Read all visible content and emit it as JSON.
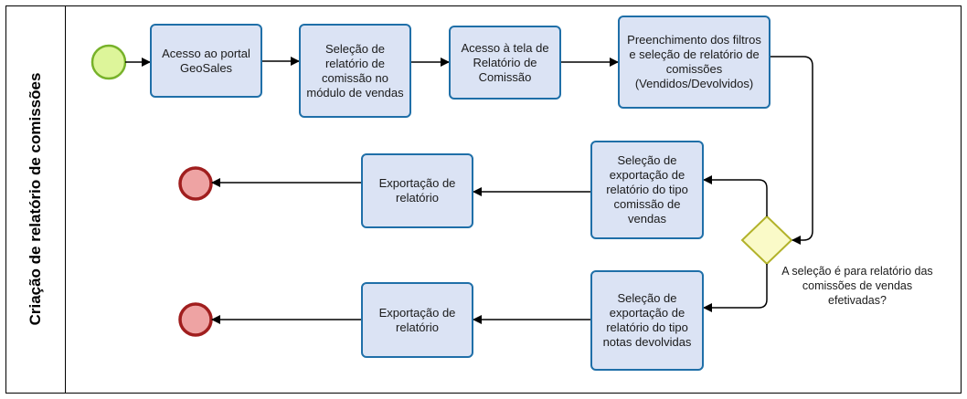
{
  "lane": {
    "title": "Criação de relatório de comissões"
  },
  "tasks": {
    "acesso_portal": "Acesso ao portal GeoSales",
    "selecao_relatorio": "Seleção de relatório de comissão no módulo de vendas",
    "acesso_tela": "Acesso à tela de Relatório de Comissão",
    "preenchimento": "Preenchimento dos filtros e seleção de relatório de comissões (Vendidos/Devolvidos)",
    "selecao_vendas": "Seleção de exportação de relatório do tipo comissão de vendas",
    "exportacao_1": "Exportação de relatório",
    "selecao_devolvidas": "Seleção de exportação de relatório do tipo notas devolvidas",
    "exportacao_2": "Exportação de relatório"
  },
  "gateway": {
    "question": "A seleção é para relatório das comissões de vendas efetivadas?"
  },
  "colors": {
    "task_fill": "#dbe3f4",
    "task_border": "#1f6fa8",
    "start_fill": "#ddf59a",
    "start_border": "#77b22a",
    "end_fill": "#eea3a3",
    "end_border": "#a01e1e",
    "gateway_fill": "#fafac8",
    "gateway_border": "#b2b22a"
  }
}
